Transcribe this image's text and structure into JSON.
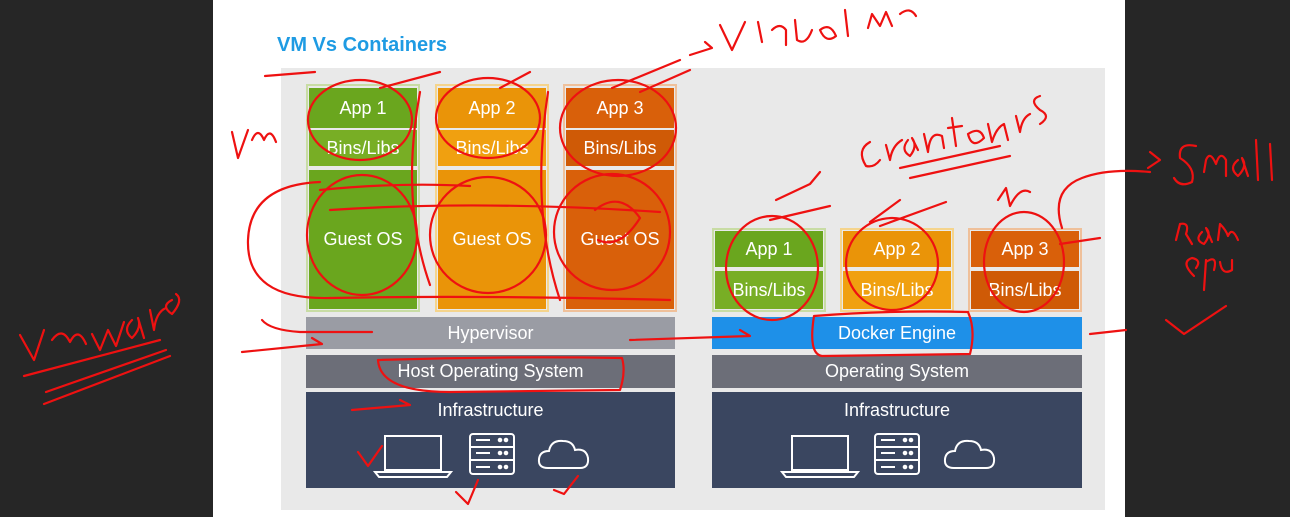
{
  "title": "VM Vs Containers",
  "colors": {
    "title_blue": "#1e9be3",
    "green": "#6aa61e",
    "orange": "#ea9408",
    "red_orange": "#d9600a",
    "hypervisor_gray": "#9a9ca4",
    "os_gray": "#6c6e78",
    "infra_navy": "#3a4660",
    "docker_blue": "#1e90e8",
    "annotation_red": "#ee1111"
  },
  "vm_side": {
    "apps": [
      {
        "app": "App 1",
        "bins": "Bins/Libs",
        "guest": "Guest OS"
      },
      {
        "app": "App 2",
        "bins": "Bins/Libs",
        "guest": "Guest OS"
      },
      {
        "app": "App 3",
        "bins": "Bins/Libs",
        "guest": "Guest OS"
      }
    ],
    "hypervisor": "Hypervisor",
    "host_os": "Host Operating System",
    "infrastructure": "Infrastructure",
    "icons": [
      "laptop-icon",
      "server-icon",
      "cloud-icon"
    ]
  },
  "container_side": {
    "apps": [
      {
        "app": "App 1",
        "bins": "Bins/Libs"
      },
      {
        "app": "App 2",
        "bins": "Bins/Libs"
      },
      {
        "app": "App 3",
        "bins": "Bins/Libs"
      }
    ],
    "engine": "Docker Engine",
    "os": "Operating System",
    "infrastructure": "Infrastructure",
    "icons": [
      "laptop-icon",
      "server-icon",
      "cloud-icon"
    ]
  }
}
